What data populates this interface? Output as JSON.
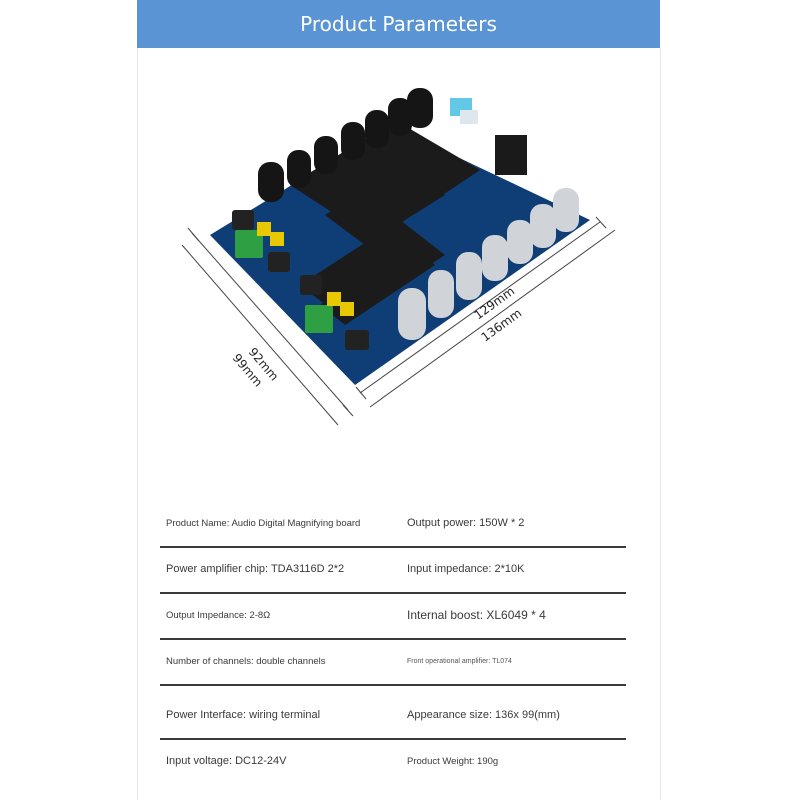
{
  "header": {
    "title": "Product Parameters"
  },
  "board": {
    "dimensions": {
      "inner_width": "92mm",
      "outer_width": "99mm",
      "inner_length": "129mm",
      "outer_length": "136mm"
    },
    "colors": {
      "pcb": "#0f3d75",
      "heatsink": "#1b1b1b",
      "terminal": "#2ea043",
      "jumper": "#e8c800"
    }
  },
  "specs": [
    {
      "left": "Product Name: Audio Digital Magnifying board",
      "right": "Output power: 150W * 2"
    },
    {
      "left": "Power amplifier chip: TDA3116D 2*2",
      "right": "Input impedance: 2*10K"
    },
    {
      "left": "Output Impedance: 2-8Ω",
      "right": "Internal boost: XL6049 * 4"
    },
    {
      "left": "Number of channels: double channels",
      "right": "Front operational amplifier: TL074"
    },
    {
      "left": "Power Interface: wiring terminal",
      "right": "Appearance size: 136x 99(mm)"
    },
    {
      "left": "Input voltage: DC12-24V",
      "right": "Product Weight: 190g"
    }
  ]
}
